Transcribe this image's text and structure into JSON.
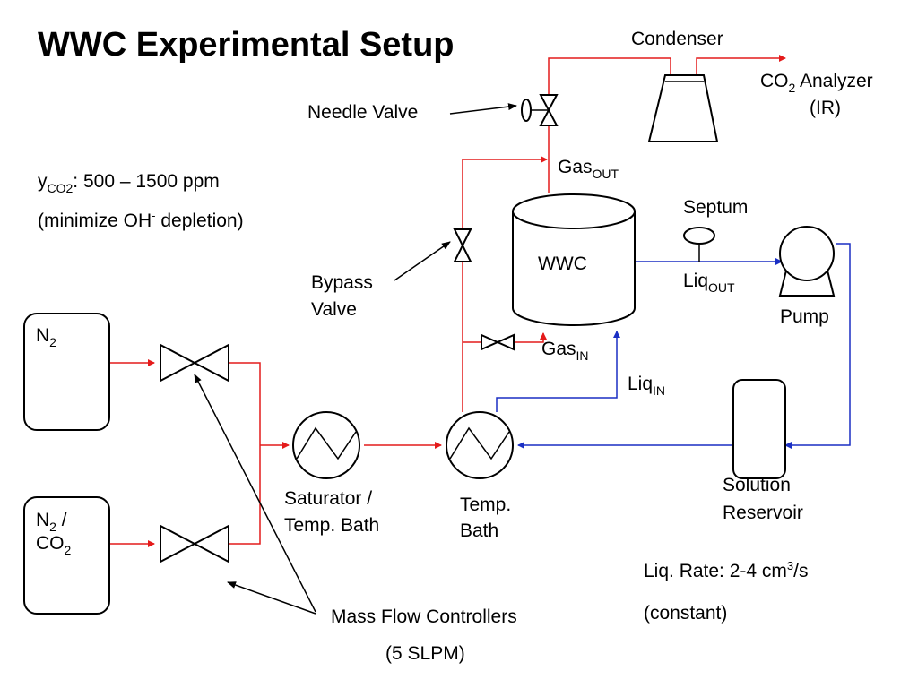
{
  "title": "WWC Experimental Setup",
  "condenser": "Condenser",
  "co2_analyzer": {
    "pre": "CO",
    "sub": "2",
    "post": " Analyzer",
    "line2": "(IR)"
  },
  "needle_valve": "Needle Valve",
  "gas_out": {
    "main": "Gas",
    "sub": "OUT"
  },
  "gas_in": {
    "main": "Gas",
    "sub": "IN"
  },
  "liq_out": {
    "main": "Liq",
    "sub": "OUT"
  },
  "liq_in": {
    "main": "Liq",
    "sub": "IN"
  },
  "y_co2": {
    "main": "y",
    "sub": "CO2",
    "rest": ": 500 – 1500 ppm"
  },
  "oh_note": {
    "pre": "(minimize OH",
    "sup": "-",
    "post": " depletion)"
  },
  "septum": "Septum",
  "wwc": "WWC",
  "pump": "Pump",
  "bypass_valve": {
    "line1": "Bypass",
    "line2": "Valve"
  },
  "n2": {
    "main": "N",
    "sub": "2"
  },
  "n2_co2": {
    "l1_main": "N",
    "l1_sub": "2",
    "l1_rest": " /",
    "l2_main": "CO",
    "l2_sub": "2"
  },
  "saturator": {
    "line1": "Saturator /",
    "line2": "Temp. Bath"
  },
  "temp_bath": {
    "line1": "Temp.",
    "line2": "Bath"
  },
  "solution_reservoir": {
    "line1": "Solution",
    "line2": "Reservoir"
  },
  "liq_rate": {
    "pre": "Liq. Rate: 2-4 cm",
    "sup": "3",
    "post": "/s",
    "line2": "(constant)"
  },
  "mfc": {
    "line1": "Mass Flow Controllers",
    "line2": "(5 SLPM)"
  },
  "colors": {
    "gas_line": "#e41b1b",
    "liquid_line": "#1a2fc4",
    "outline": "#000000"
  }
}
